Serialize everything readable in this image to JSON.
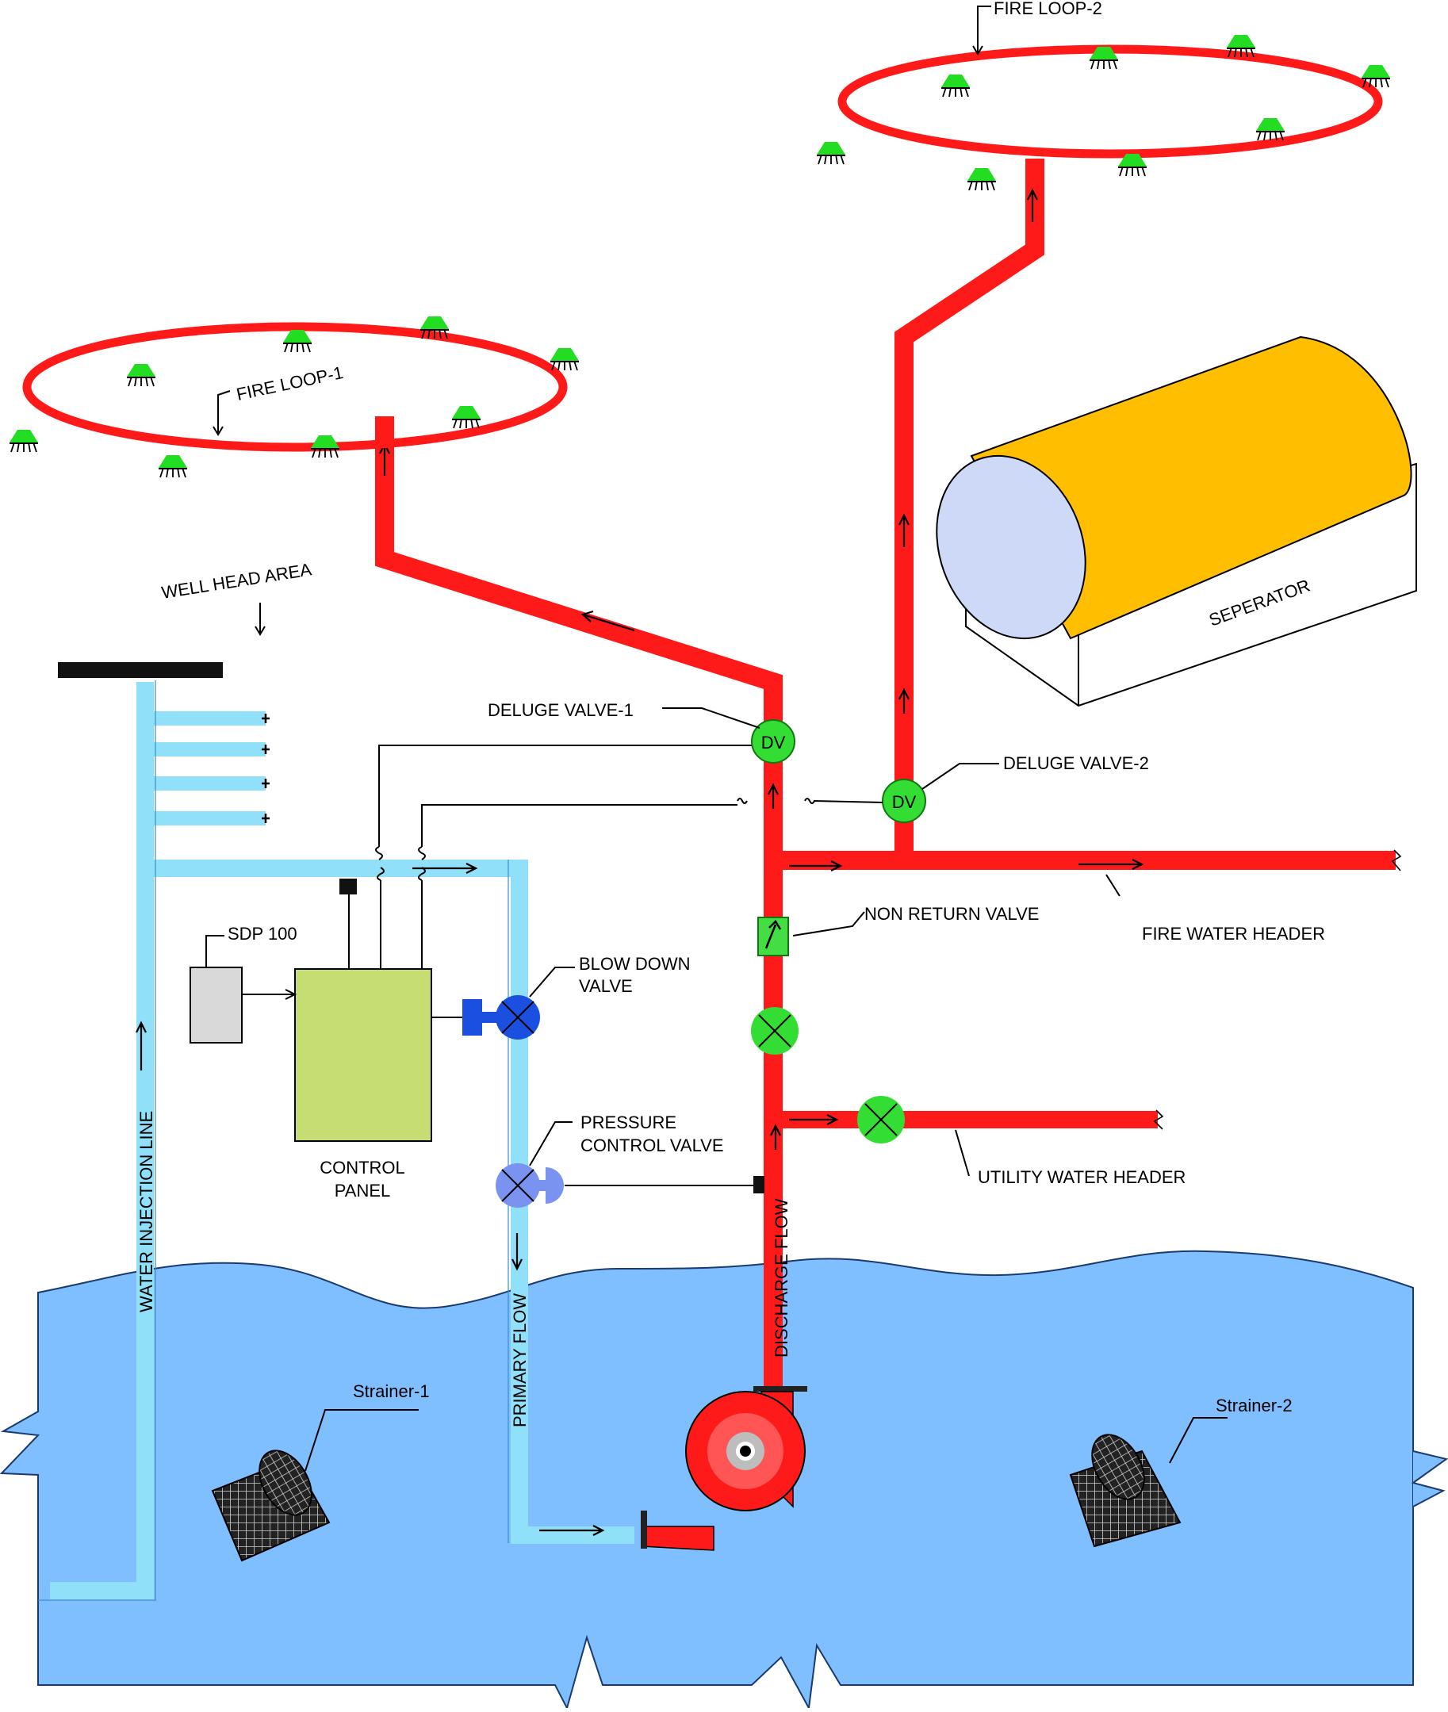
{
  "labels": {
    "fire_loop_1": "FIRE LOOP-1",
    "fire_loop_2": "FIRE LOOP-2",
    "well_head_area": "WELL HEAD AREA",
    "deluge_valve_1": "DELUGE VALVE-1",
    "deluge_valve_2": "DELUGE VALVE-2",
    "dv_1": "DV",
    "dv_2": "DV",
    "seperator": "SEPERATOR",
    "non_return_valve": "NON RETURN VALVE",
    "fire_water_header": "FIRE WATER HEADER",
    "sdp": "SDP 100",
    "blow_down_line1": "BLOW DOWN",
    "blow_down_line2": "VALVE",
    "pressure_control_line1": "PRESSURE",
    "pressure_control_line2": "CONTROL VALVE",
    "control_panel_line1": "CONTROL",
    "control_panel_line2": "PANEL",
    "utility_water_header": "UTILITY WATER HEADER",
    "water_injection_line": "WATER INJECTION LINE",
    "primary_flow": "PRIMARY FLOW",
    "discharge_flow": "DISCHARGE FLOW",
    "strainer_1": "Strainer-1",
    "strainer_2": "Strainer-2"
  },
  "colors": {
    "fire_pipe": "#ff1a1a",
    "water_pipe": "#8fe0f8",
    "sea": "#80bfff",
    "valve_green": "#33dd33",
    "sprinkler": "#22dd22",
    "blow_down_valve": "#1a4fe0",
    "pressure_valve": "#7a93f0",
    "control_panel": "#c5dd72",
    "sdp_box": "#d9d9d9",
    "separator_body": "#ffbf00",
    "separator_end": "#cdd9f7"
  }
}
